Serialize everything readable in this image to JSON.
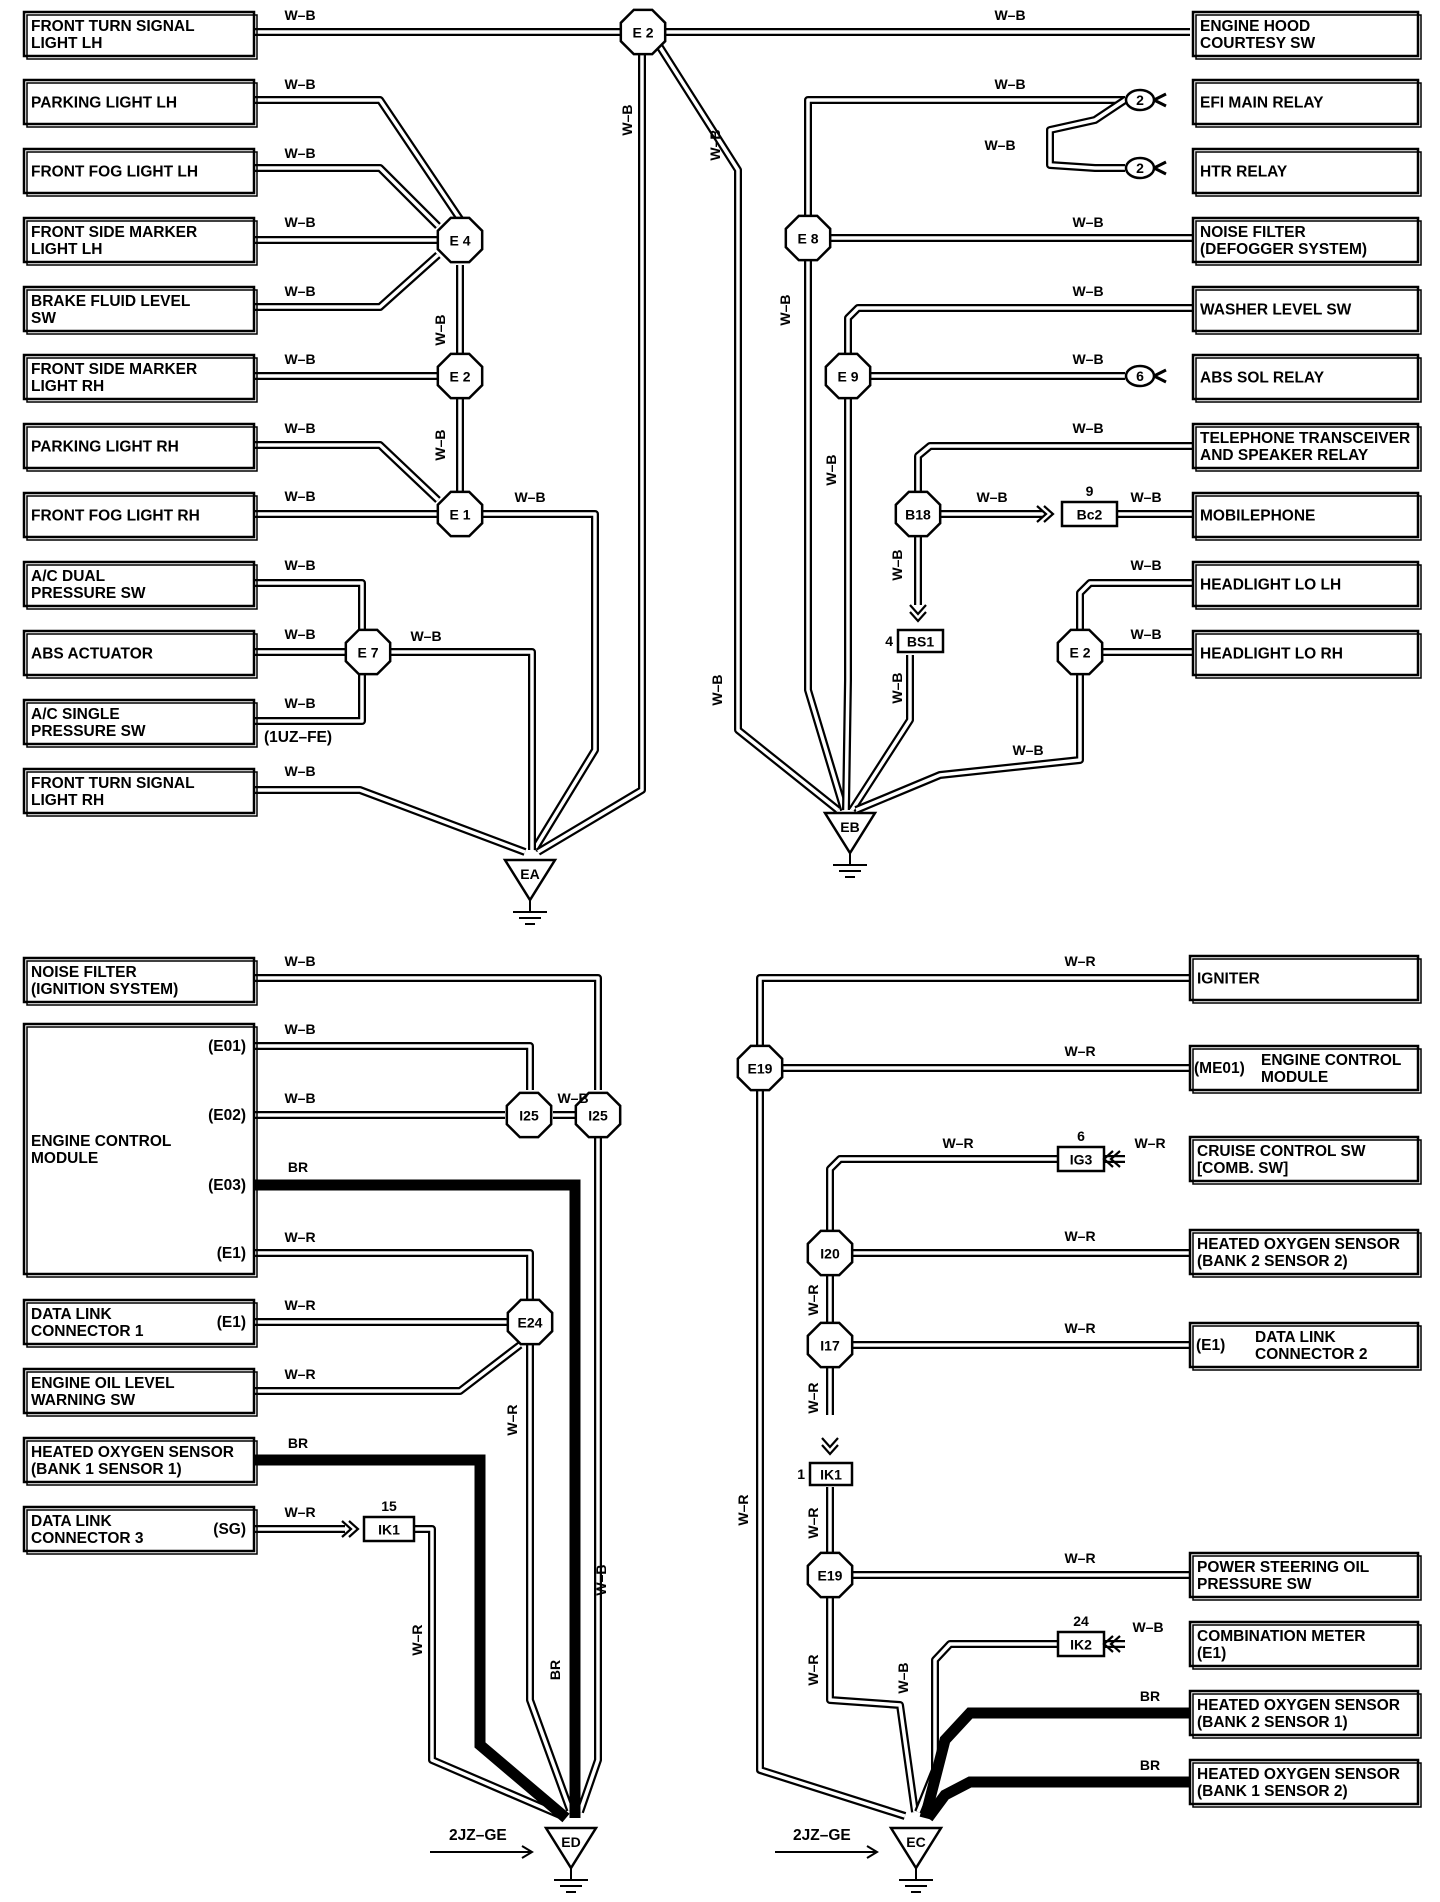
{
  "components": {
    "front_turn_lh": [
      "FRONT TURN SIGNAL",
      "LIGHT LH"
    ],
    "parking_lh": [
      "PARKING LIGHT LH"
    ],
    "fog_lh": [
      "FRONT FOG LIGHT LH"
    ],
    "side_marker_lh": [
      "FRONT SIDE MARKER",
      "LIGHT LH"
    ],
    "brake_fluid": [
      "BRAKE FLUID LEVEL",
      "SW"
    ],
    "side_marker_rh": [
      "FRONT SIDE MARKER",
      "LIGHT RH"
    ],
    "parking_rh": [
      "PARKING LIGHT RH"
    ],
    "fog_rh": [
      "FRONT FOG LIGHT RH"
    ],
    "ac_dual": [
      "A/C DUAL",
      "PRESSURE SW"
    ],
    "abs_actuator": [
      "ABS ACTUATOR"
    ],
    "ac_single": [
      "A/C SINGLE",
      "PRESSURE SW"
    ],
    "front_turn_rh": [
      "FRONT TURN SIGNAL",
      "LIGHT RH"
    ],
    "hood_courtesy": [
      "ENGINE HOOD",
      "COURTESY SW"
    ],
    "efi_main": [
      "EFI MAIN RELAY"
    ],
    "htr_relay": [
      "HTR RELAY"
    ],
    "noise_filter_def": [
      "NOISE FILTER",
      "(DEFOGGER SYSTEM)"
    ],
    "washer_level": [
      "WASHER LEVEL SW"
    ],
    "abs_sol": [
      "ABS SOL RELAY"
    ],
    "telephone": [
      "TELEPHONE TRANSCEIVER",
      "AND SPEAKER RELAY"
    ],
    "mobilephone": [
      "MOBILEPHONE"
    ],
    "headlight_lo_lh": [
      "HEADLIGHT LO LH"
    ],
    "headlight_lo_rh": [
      "HEADLIGHT LO RH"
    ],
    "noise_filter_ign": [
      "NOISE FILTER",
      "(IGNITION SYSTEM)"
    ],
    "ecm_left": [
      "ENGINE CONTROL",
      "MODULE"
    ],
    "dlc1": [
      "DATA LINK",
      "CONNECTOR 1"
    ],
    "oil_level": [
      "ENGINE OIL LEVEL",
      "WARNING SW"
    ],
    "ho2s_b1s1": [
      "HEATED OXYGEN SENSOR",
      "(BANK 1 SENSOR 1)"
    ],
    "dlc3": [
      "DATA LINK",
      "CONNECTOR 3"
    ],
    "igniter": [
      "IGNITER"
    ],
    "ecm_right": [
      "ENGINE CONTROL",
      "MODULE"
    ],
    "cruise": [
      "CRUISE CONTROL SW",
      "[COMB. SW]"
    ],
    "ho2s_b2s2": [
      "HEATED OXYGEN SENSOR",
      "(BANK 2 SENSOR 2)"
    ],
    "dlc2": [
      "DATA LINK",
      "CONNECTOR 2"
    ],
    "ps_oil": [
      "POWER STEERING OIL",
      "PRESSURE SW"
    ],
    "comb_meter": [
      "COMBINATION METER",
      "(E1)"
    ],
    "ho2s_b2s1": [
      "HEATED OXYGEN SENSOR",
      "(BANK 2 SENSOR 1)"
    ],
    "ho2s_b1s2": [
      "HEATED OXYGEN SENSOR",
      "(BANK 1 SENSOR 2)"
    ]
  },
  "pins": {
    "e01": "(E01)",
    "e02": "(E02)",
    "e03": "(E03)",
    "e1": "(E1)",
    "dlc1_e1": "(E1)",
    "sg": "(SG)",
    "me01": "(ME01)",
    "dlc2_e1": "(E1)"
  },
  "wires": {
    "wb": "W–B",
    "wr": "W–R",
    "br": "BR"
  },
  "junctions": {
    "E1": "E 1",
    "E2": "E 2",
    "E4": "E 4",
    "E7": "E 7",
    "E8": "E 8",
    "E9": "E 9",
    "B18": "B18",
    "I25": "I25",
    "E24": "E24",
    "E19": "E19",
    "I20": "I20",
    "I17": "I17"
  },
  "connectors": {
    "Bc2": {
      "label": "Bc2",
      "num": "9"
    },
    "BS1": {
      "label": "BS1",
      "num": "4"
    },
    "IK1a": {
      "label": "IK1",
      "num": "15"
    },
    "IK1b": {
      "label": "IK1",
      "num": "1"
    },
    "IG3": {
      "label": "IG3",
      "num": "6"
    },
    "IK2": {
      "label": "IK2",
      "num": "24"
    }
  },
  "pin_numbers": {
    "efi": "2",
    "htr": "2",
    "abs_sol": "6"
  },
  "grounds": {
    "EA": "EA",
    "EB": "EB",
    "ED": "ED",
    "EC": "EC"
  },
  "notes": {
    "uzfe": "(1UZ–FE)",
    "jzge_left": "2JZ–GE",
    "jzge_right": "2JZ–GE"
  }
}
